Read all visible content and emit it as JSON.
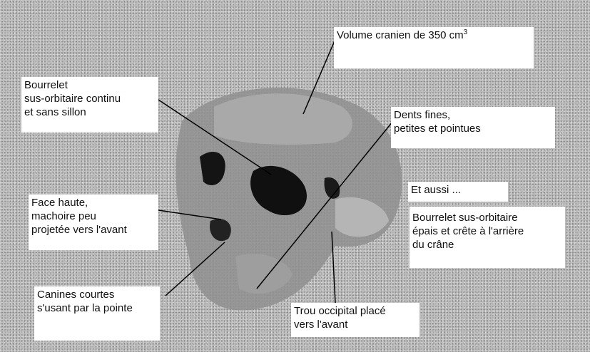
{
  "figure": {
    "labels": {
      "volume": {
        "text": "Volume cranien de 350 cm",
        "sup": "3"
      },
      "bourrelet": [
        "Bourrelet",
        "sus-orbitaire continu",
        "et sans sillon"
      ],
      "dents": [
        "Dents fines,",
        "petites et pointues"
      ],
      "face": [
        "Face haute,",
        "machoire peu",
        "projetée vers l'avant"
      ],
      "et_aussi": "Et aussi ...",
      "bourrelet_epais": [
        "Bourrelet sus-orbitaire",
        "épais et crête à l'arrière",
        "du crâne"
      ],
      "canines": [
        "Canines courtes",
        "s'usant par la pointe"
      ],
      "trou": [
        "Trou occipital placé",
        "vers l'avant"
      ]
    }
  }
}
